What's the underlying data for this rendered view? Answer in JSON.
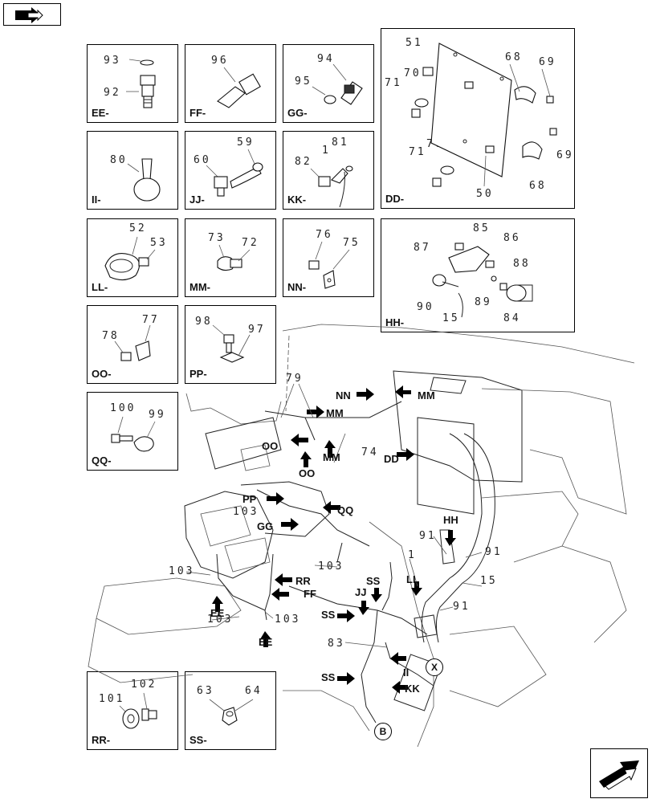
{
  "nav": {
    "prev_icon": "back-page-icon",
    "next_icon": "next-page-icon"
  },
  "panels": {
    "ee": {
      "code": "EE-",
      "refs": [
        "93",
        "92"
      ]
    },
    "ff": {
      "code": "FF-",
      "refs": [
        "96"
      ]
    },
    "gg": {
      "code": "GG-",
      "refs": [
        "94",
        "95"
      ]
    },
    "dd": {
      "code": "DD-",
      "refs": [
        "51",
        "68",
        "69",
        "71",
        "70",
        "71",
        "70",
        "69",
        "68",
        "50"
      ]
    },
    "ii": {
      "code": "II-",
      "refs": [
        "80"
      ]
    },
    "jj": {
      "code": "JJ-",
      "refs": [
        "60",
        "59"
      ]
    },
    "kk": {
      "code": "KK-",
      "refs": [
        "82",
        "1",
        "81"
      ]
    },
    "ll": {
      "code": "LL-",
      "refs": [
        "52",
        "53"
      ]
    },
    "mm": {
      "code": "MM-",
      "refs": [
        "73",
        "72"
      ]
    },
    "nn": {
      "code": "NN-",
      "refs": [
        "76",
        "75"
      ]
    },
    "hh": {
      "code": "HH-",
      "refs": [
        "87",
        "85",
        "86",
        "88",
        "90",
        "89",
        "15",
        "84"
      ]
    },
    "oo": {
      "code": "OO-",
      "refs": [
        "78",
        "77"
      ]
    },
    "pp": {
      "code": "PP-",
      "refs": [
        "98",
        "97"
      ]
    },
    "qq": {
      "code": "QQ-",
      "refs": [
        "100",
        "99"
      ]
    },
    "rr": {
      "code": "RR-",
      "refs": [
        "102",
        "101"
      ]
    },
    "ss": {
      "code": "SS-",
      "refs": [
        "63",
        "64"
      ]
    }
  },
  "main": {
    "callouts": [
      "NN",
      "MM",
      "79",
      "MM",
      "OO",
      "MM",
      "74",
      "OO",
      "DD",
      "PP",
      "103",
      "QQ",
      "GG",
      "103",
      "HH",
      "91",
      "91",
      "1",
      "103",
      "RR",
      "FF",
      "SS",
      "LL",
      "15",
      "91",
      "103",
      "103",
      "JJ",
      "SS",
      "EE",
      "EE",
      "83",
      "SS",
      "II",
      "KK"
    ],
    "circles": [
      "X",
      "B"
    ]
  }
}
